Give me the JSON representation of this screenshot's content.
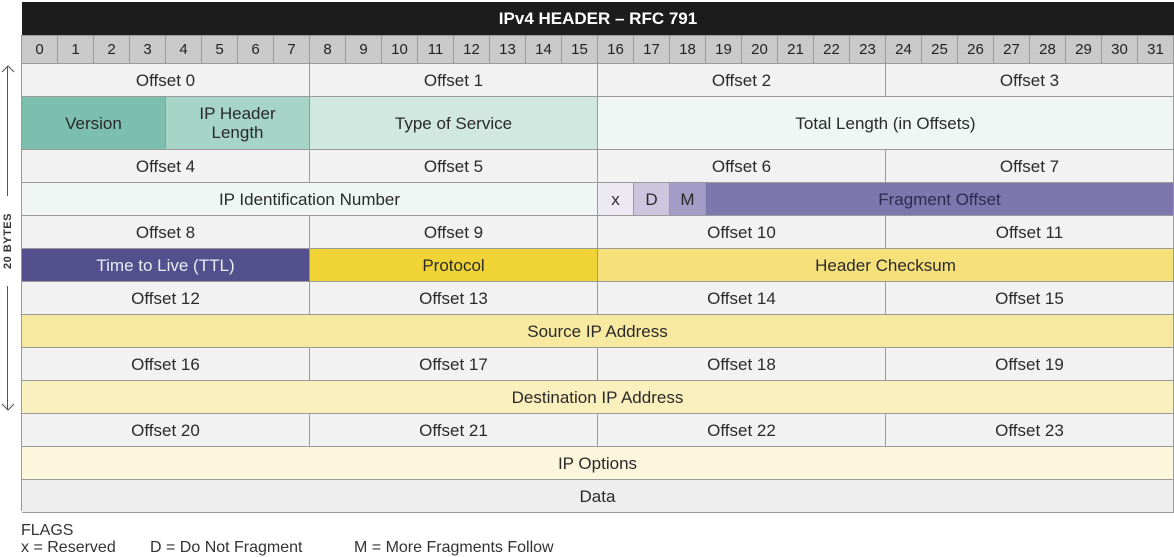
{
  "title": "IPv4 HEADER – RFC 791",
  "bits": [
    "0",
    "1",
    "2",
    "3",
    "4",
    "5",
    "6",
    "7",
    "8",
    "9",
    "10",
    "11",
    "12",
    "13",
    "14",
    "15",
    "16",
    "17",
    "18",
    "19",
    "20",
    "21",
    "22",
    "23",
    "24",
    "25",
    "26",
    "27",
    "28",
    "29",
    "30",
    "31"
  ],
  "rows": [
    {
      "kind": "offsets",
      "cells": [
        {
          "label": "Offset 0"
        },
        {
          "label": "Offset 1"
        },
        {
          "label": "Offset 2"
        },
        {
          "label": "Offset 3"
        }
      ]
    },
    {
      "kind": "fields",
      "cells": [
        {
          "label": "Version",
          "color": "#7dbfae"
        },
        {
          "label": "IP Header Length",
          "color": "#a6d4c7"
        },
        {
          "label": "Type of Service",
          "color": "#d0e8e0"
        },
        {
          "label": "Total Length (in Offsets)",
          "color": "#eff6f3"
        }
      ]
    },
    {
      "kind": "offsets",
      "cells": [
        {
          "label": "Offset 4"
        },
        {
          "label": "Offset 5"
        },
        {
          "label": "Offset 6"
        },
        {
          "label": "Offset 7"
        }
      ]
    },
    {
      "kind": "fields",
      "cells": [
        {
          "label": "IP Identification Number",
          "color": "#eff6f3"
        },
        {
          "label": "x",
          "color": "#ece9f3"
        },
        {
          "label": "D",
          "color": "#cbc6dd"
        },
        {
          "label": "M",
          "color": "#a29cc6"
        },
        {
          "label": "Fragment Offset",
          "color": "#7d77ad"
        }
      ]
    },
    {
      "kind": "offsets",
      "cells": [
        {
          "label": "Offset 8"
        },
        {
          "label": "Offset 9"
        },
        {
          "label": "Offset 10"
        },
        {
          "label": "Offset 11"
        }
      ]
    },
    {
      "kind": "fields",
      "cells": [
        {
          "label": "Time to Live (TTL)",
          "color": "#54508d"
        },
        {
          "label": "Protocol",
          "color": "#f0d436"
        },
        {
          "label": "Header Checksum",
          "color": "#f5e07a"
        }
      ]
    },
    {
      "kind": "offsets",
      "cells": [
        {
          "label": "Offset 12"
        },
        {
          "label": "Offset 13"
        },
        {
          "label": "Offset 14"
        },
        {
          "label": "Offset 15"
        }
      ]
    },
    {
      "kind": "fields",
      "cells": [
        {
          "label": "Source IP Address",
          "color": "#f8e9a0"
        }
      ]
    },
    {
      "kind": "offsets",
      "cells": [
        {
          "label": "Offset 16"
        },
        {
          "label": "Offset 17"
        },
        {
          "label": "Offset 18"
        },
        {
          "label": "Offset 19"
        }
      ]
    },
    {
      "kind": "fields",
      "cells": [
        {
          "label": "Destination IP Address",
          "color": "#faf0bd"
        }
      ]
    },
    {
      "kind": "offsets",
      "cells": [
        {
          "label": "Offset 20"
        },
        {
          "label": "Offset 21"
        },
        {
          "label": "Offset 22"
        },
        {
          "label": "Offset 23"
        }
      ]
    },
    {
      "kind": "fields",
      "cells": [
        {
          "label": "IP Options",
          "color": "#fcf7dc"
        }
      ]
    },
    {
      "kind": "fields",
      "cells": [
        {
          "label": "Data",
          "color": "#eeeeee"
        }
      ]
    }
  ],
  "side_label": "20 BYTES",
  "legend": {
    "title": "FLAGS",
    "items": [
      "x = Reserved",
      "D = Do Not Fragment",
      "M = More Fragments Follow"
    ]
  }
}
